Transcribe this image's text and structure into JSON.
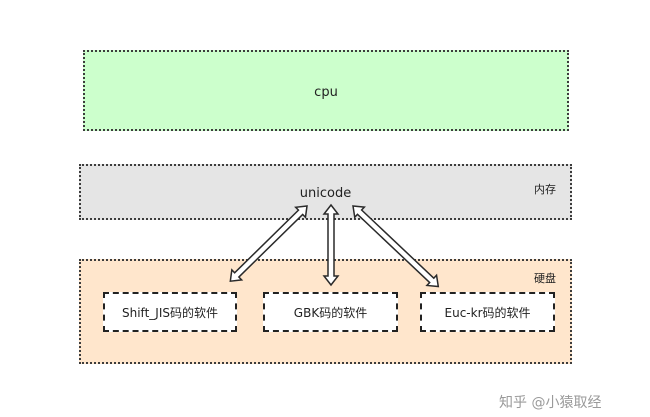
{
  "cpu": {
    "label": "cpu"
  },
  "memory": {
    "center_label": "unicode",
    "corner_label": "内存"
  },
  "disk": {
    "corner_label": "硬盘",
    "software": [
      {
        "label": "Shift_JIS码的软件"
      },
      {
        "label": "GBK码的软件"
      },
      {
        "label": "Euc-kr码的软件"
      }
    ]
  },
  "watermark": "知乎 @小猿取经",
  "colors": {
    "cpu_fill": "#ccffcc",
    "memory_fill": "#e5e5e5",
    "disk_fill": "#ffe6cc",
    "border": "#3c3c3c"
  }
}
